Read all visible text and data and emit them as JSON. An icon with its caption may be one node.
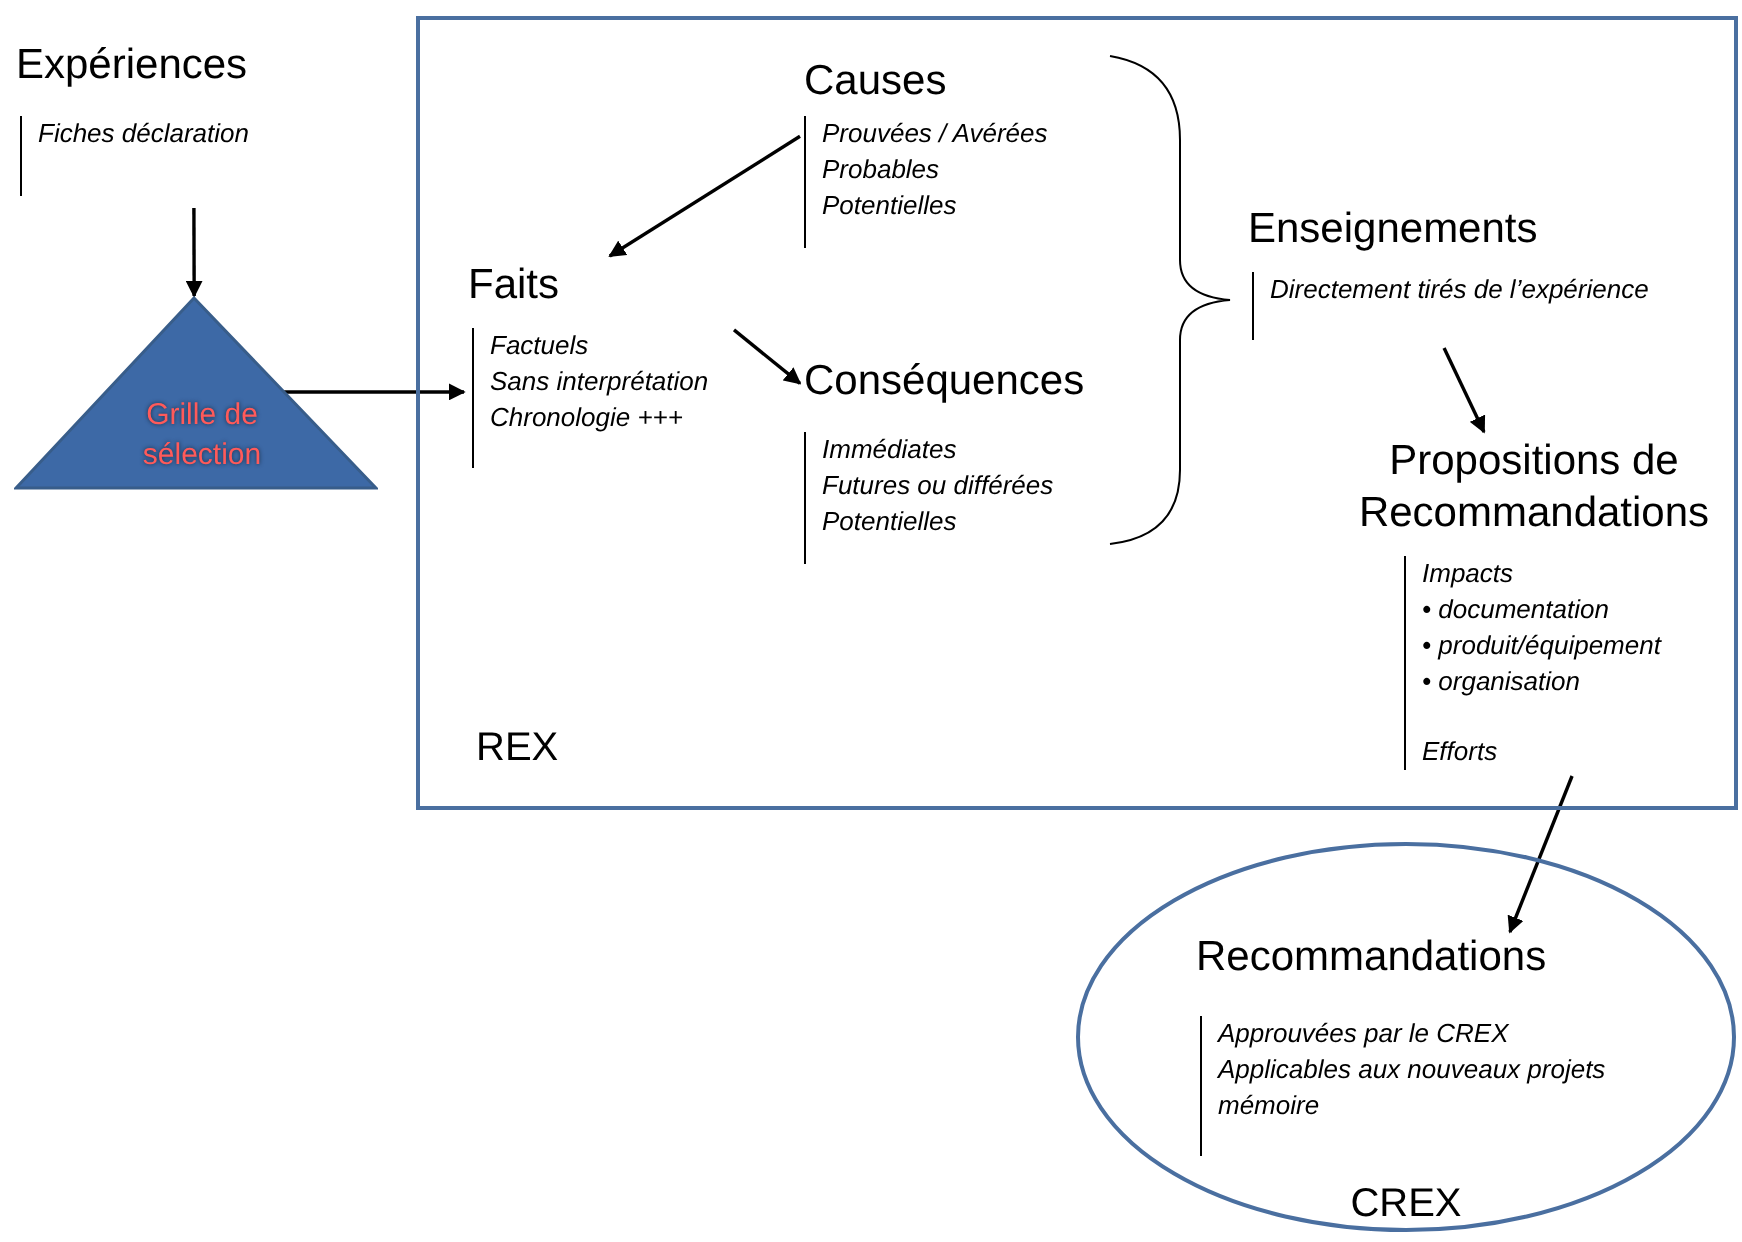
{
  "diagram": {
    "nodes": [
      {
        "text": [
          "REX"
        ]
      },
      {
        "text": [
          "Expériences",
          "Fiches déclaration"
        ]
      },
      {
        "text": [
          "Grille de sélection"
        ]
      },
      {
        "text": [
          "Faits",
          "Factuels",
          "Sans interprétation",
          "Chronologie +++"
        ],
        "in": 0
      },
      {
        "text": [
          "Causes",
          "Prouvées / Avérées",
          "Probables",
          "Potentielles"
        ],
        "in": 0
      },
      {
        "text": [
          "Conséquences",
          "Immédiates",
          "Futures ou différées",
          "Potentielles"
        ],
        "in": 0
      },
      {
        "text": [
          "Enseignements",
          "Directement tirés de l’expérience"
        ],
        "in": 0
      },
      {
        "text": [
          "Propositions de Recommandations",
          "Impacts",
          "• documentation",
          "• produit/équipement",
          "• organisation",
          "Efforts"
        ],
        "in": 0
      },
      {
        "text": [
          "CREX"
        ]
      },
      {
        "text": [
          "Recommandations",
          "Approuvées par le CREX",
          "Applicables aux nouveaux projets",
          "mémoire"
        ],
        "in": 8
      }
    ],
    "edges": [
      {
        "from": 1,
        "to": 2,
        "arrow": "to"
      },
      {
        "from": 2,
        "to": 3,
        "arrow": "to"
      },
      {
        "from": 4,
        "to": 3,
        "arrow": "to"
      },
      {
        "from": 3,
        "to": 5,
        "arrow": "to"
      },
      {
        "from": 6,
        "to": 7,
        "arrow": "to"
      },
      {
        "from": 7,
        "to": 9,
        "arrow": "to"
      }
    ]
  }
}
